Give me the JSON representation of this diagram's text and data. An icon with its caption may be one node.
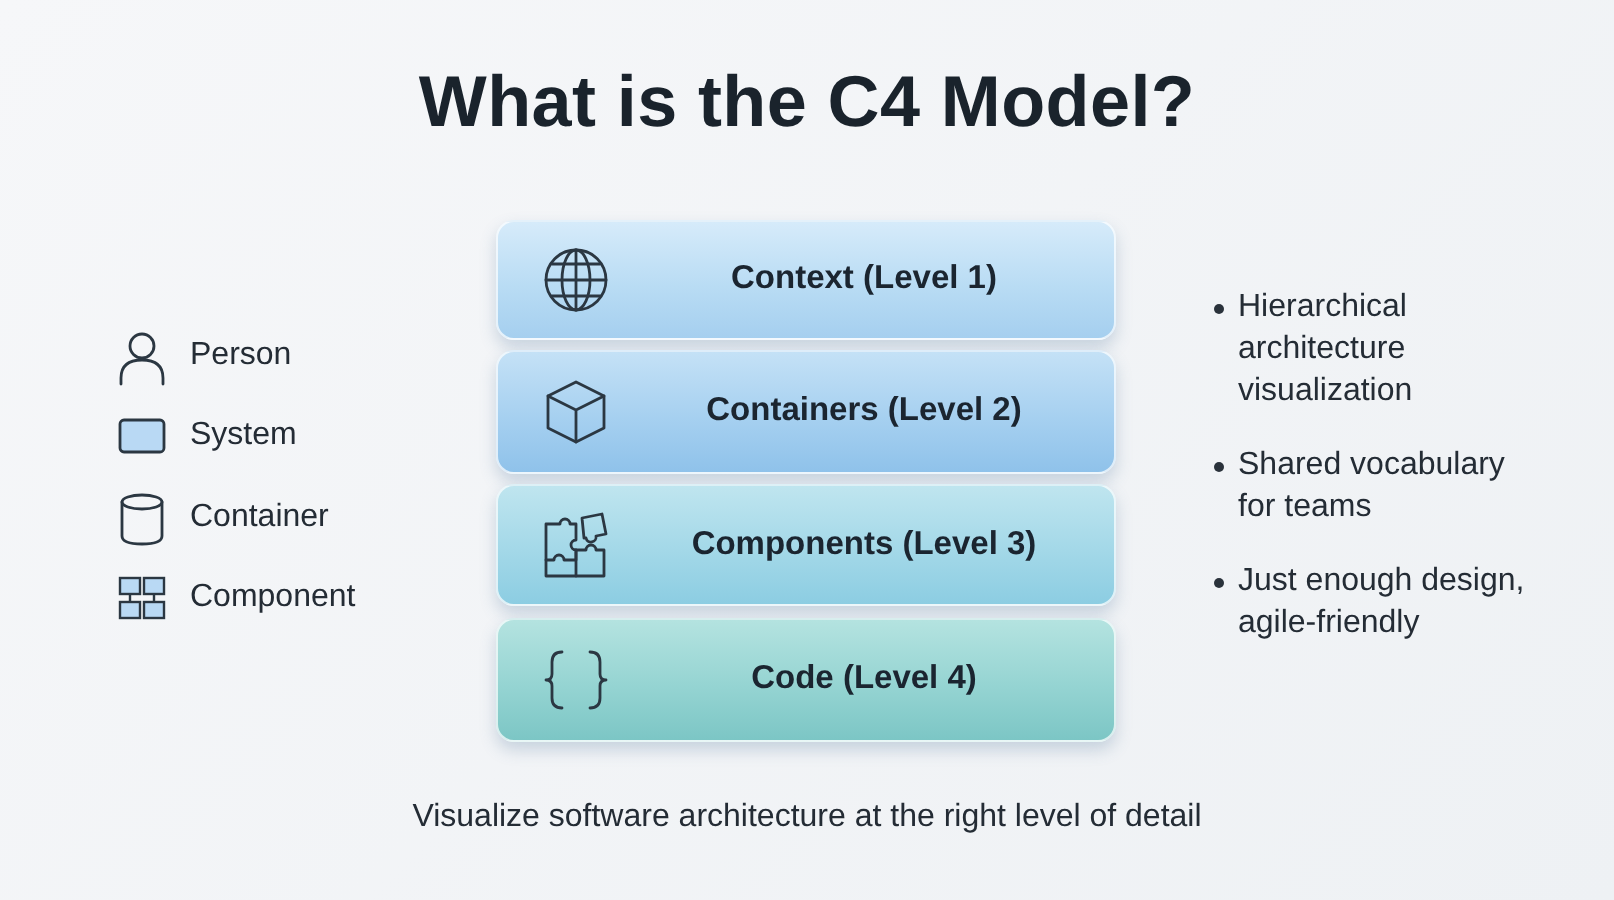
{
  "diagram": {
    "title": "What is the C4 Model?",
    "caption": "Visualize software architecture at the right level of detail",
    "nodes": [
      {
        "text": [
          "Context (Level 1)"
        ]
      },
      {
        "text": [
          "Containers (Level 2)"
        ]
      },
      {
        "text": [
          "Components (Level 3)"
        ]
      },
      {
        "text": [
          "Code (Level 4)"
        ]
      }
    ],
    "labels": [
      "Hierarchical architecture visualization",
      "Shared vocabulary for teams",
      "Just enough design, agile-friendly"
    ],
    "legend": [
      {
        "text": "Person"
      },
      {
        "text": "System"
      },
      {
        "text": "Container"
      },
      {
        "text": "Component"
      }
    ]
  }
}
